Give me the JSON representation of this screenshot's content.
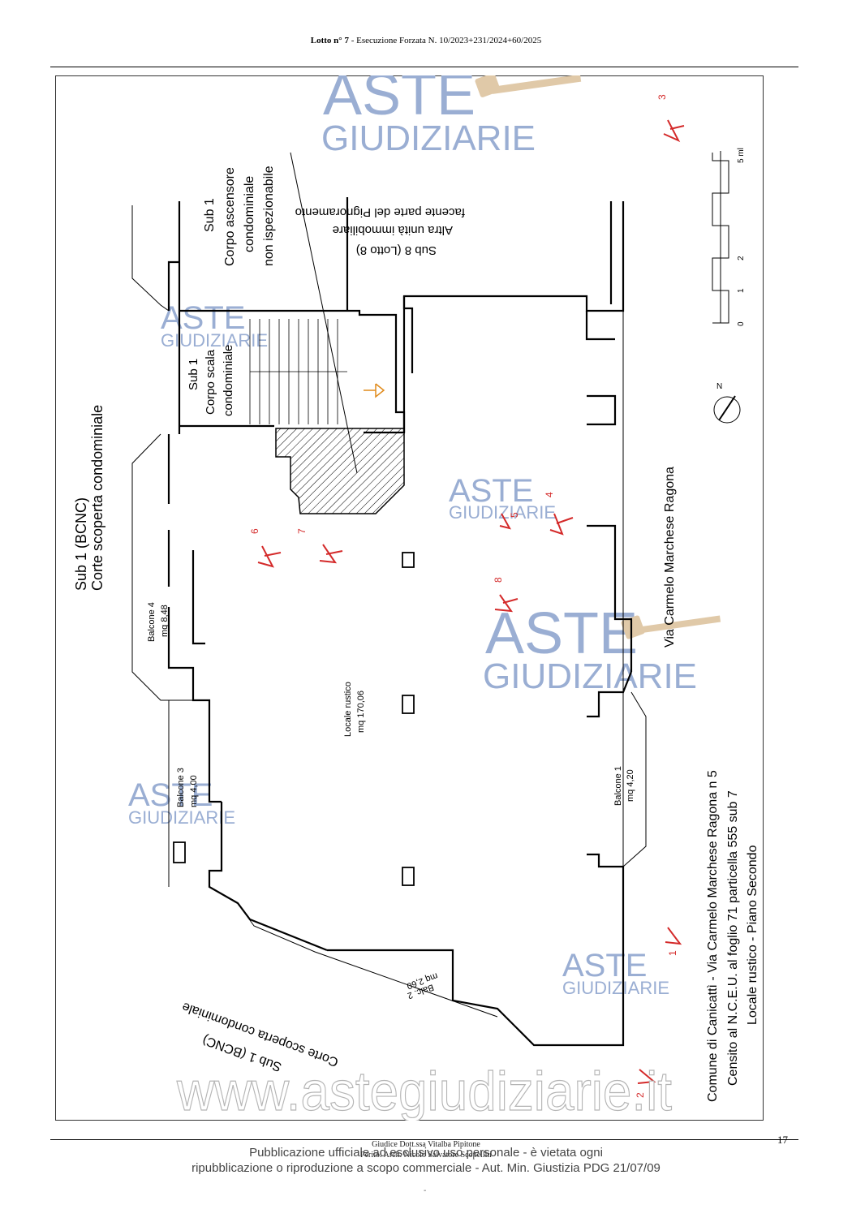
{
  "header": {
    "lotto": "Lotto n° 7",
    "rest": " - Esecuzione Forzata N. 10/2023+231/2024+60/2025"
  },
  "plan": {
    "title_lines": [
      "Comune di Canicattì - Via Carmelo Marchese Ragona n 5",
      "Censito al N.C.E.U. al foglio 71 particella 555 sub 7",
      "Locale rustico - Piano Secondo"
    ],
    "street": "Via Carmelo Marchese Ragona",
    "corte_left": [
      "Sub 1 (BCNC)",
      "Corte scoperta condominiale"
    ],
    "corte_bottom": [
      "Corte scoperta condominiale",
      "Sub 1 (BCNC)"
    ],
    "sub8": [
      "Sub 8 (Lotto 8)",
      "Altra unità immobiliare",
      "facente parte del Pignoramento"
    ],
    "ascensore": [
      "Sub 1",
      "Corpo ascensore",
      "condominiale",
      "non ispezionabile"
    ],
    "scala": [
      "Sub 1",
      "Corpo scala",
      "condominiale"
    ],
    "locale": [
      "Locale rustico",
      "mq 170,06"
    ],
    "balcone1": [
      "Balcone 1",
      "mq 4,20"
    ],
    "balcone2": [
      "Balc. 2",
      "mq 2,60"
    ],
    "balcone3": [
      "Balcone 3",
      "mq 4,00"
    ],
    "balcone4": [
      "Balcone 4",
      "mq 8,48"
    ],
    "scale_label": "5 ml",
    "scale_ticks": [
      "0",
      "1",
      "2"
    ],
    "north": "N",
    "photo_points": [
      "1",
      "2",
      "3",
      "4",
      "5",
      "6",
      "7",
      "8"
    ],
    "watermark": [
      "ASTE",
      "GIUDIZIARIE"
    ],
    "watermark_url": "www.astegiudiziarie.it"
  },
  "footer": {
    "giudice": "Giudice Dott.ssa Vitalba Pipitone",
    "perito": "Perito: Arch. Nicolò Salvatore Scopelliti",
    "pub_line1": "Pubblicazione ufficiale ad esclusivo uso personale - è vietata ogni",
    "pub_line2": "ripubblicazione o riproduzione a scopo commerciale - Aut. Min. Giustizia PDG 21/07/09",
    "page": "17",
    "dash": "-"
  },
  "colors": {
    "watermark_blue": "#9aaed3",
    "gavel": "#e0c9a8",
    "annotation_red": "#d42a2a",
    "arrow_orange": "#e08a1a"
  }
}
